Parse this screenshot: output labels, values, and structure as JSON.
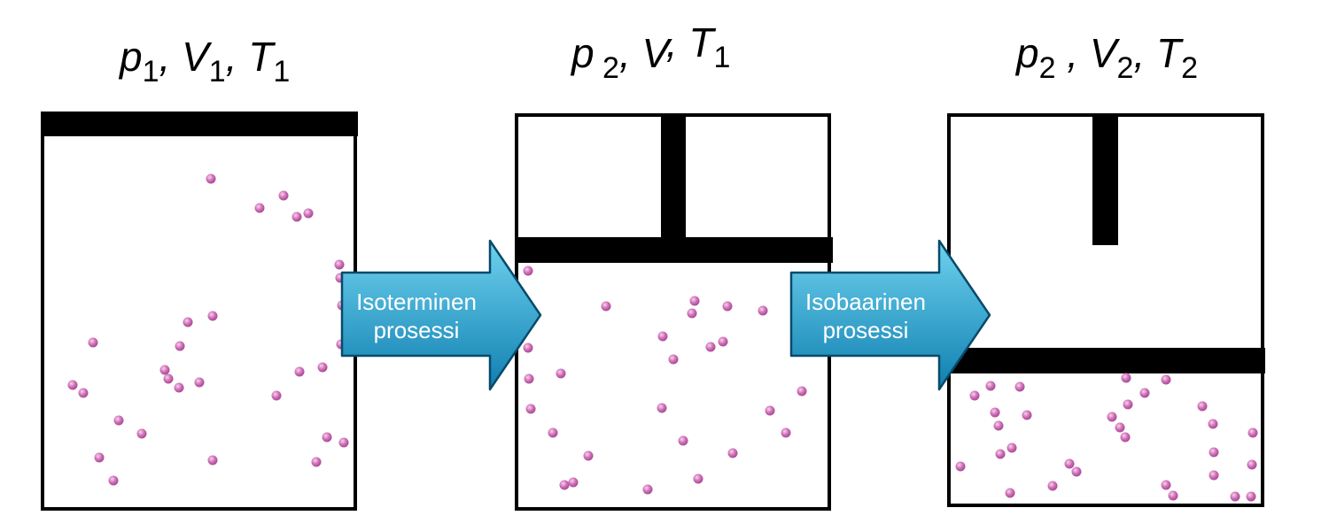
{
  "colors": {
    "arrow_top": "#6fd2ef",
    "arrow_bottom": "#0f7fb0",
    "particle": "#d070b8",
    "particle_highlight": "#f6d4ee",
    "wall": "#000000"
  },
  "states": [
    {
      "label": {
        "p": "p",
        "p_sub": "1",
        "sep1": ", ",
        "v": "V",
        "v_sub": "1",
        "sep2": ", ",
        "t": "T",
        "t_sub": "1"
      }
    },
    {
      "label": {
        "p": "p",
        "p_sub": " 2",
        "sep1": ", ",
        "v": "V",
        "v_sub": "",
        "sep2": ", ",
        "t": "T",
        "t_sub": "1"
      }
    },
    {
      "label": {
        "p": "p",
        "p_sub": "2",
        "sep1": " , ",
        "v": "V",
        "v_sub": "2",
        "sep2": ", ",
        "t": "T",
        "t_sub": "2"
      }
    }
  ],
  "processes": [
    {
      "line1": "Isoterminen",
      "line2": "prosessi"
    },
    {
      "line1": "Isobaarinen",
      "line2": "prosessi"
    }
  ]
}
